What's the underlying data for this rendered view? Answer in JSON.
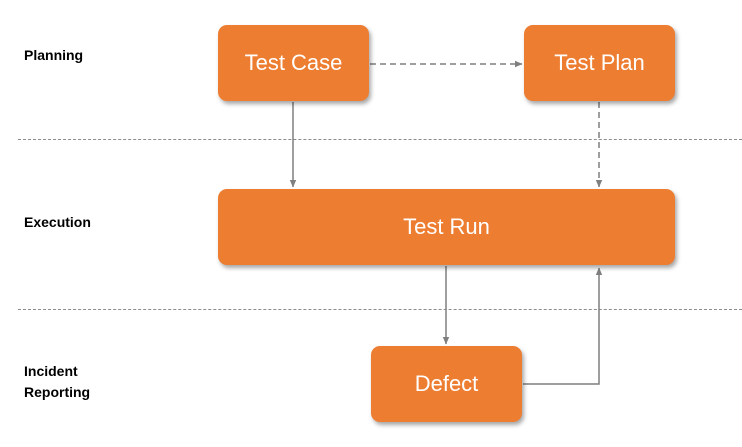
{
  "lanes": {
    "planning": "Planning",
    "execution": "Execution",
    "incident_reporting": "Incident\nReporting"
  },
  "nodes": {
    "test_case": "Test Case",
    "test_plan": "Test Plan",
    "test_run": "Test Run",
    "defect": "Defect"
  },
  "colors": {
    "node_fill": "#ed7d31",
    "node_text": "#ffffff",
    "connector": "#7f7f7f",
    "divider": "#8c8c8c"
  },
  "edges": [
    {
      "from": "test_case",
      "to": "test_plan",
      "style": "dashed"
    },
    {
      "from": "test_case",
      "to": "test_run",
      "style": "solid"
    },
    {
      "from": "test_plan",
      "to": "test_run",
      "style": "dashed"
    },
    {
      "from": "test_run",
      "to": "defect",
      "style": "solid"
    },
    {
      "from": "defect",
      "to": "test_run",
      "style": "solid"
    }
  ]
}
